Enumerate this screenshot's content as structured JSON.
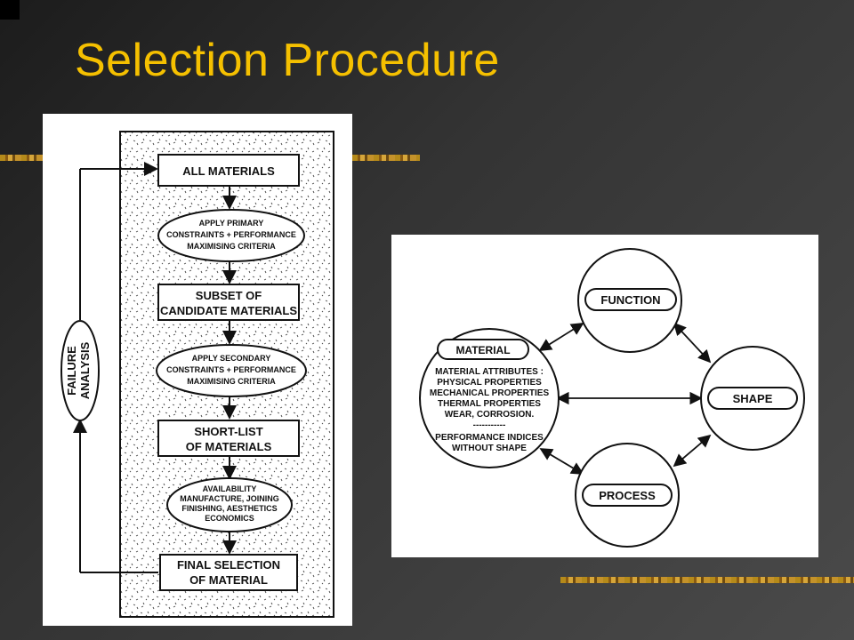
{
  "slide": {
    "title": "Selection Procedure",
    "accent_color": "#f5c000"
  },
  "flowchart": {
    "boxes": [
      {
        "lines": [
          "ALL MATERIALS"
        ]
      },
      {
        "lines": [
          "SUBSET OF",
          "CANDIDATE MATERIALS"
        ]
      },
      {
        "lines": [
          "SHORT-LIST",
          "OF MATERIALS"
        ]
      },
      {
        "lines": [
          "FINAL SELECTION",
          "OF MATERIAL"
        ]
      }
    ],
    "ovals": [
      {
        "lines": [
          "APPLY PRIMARY",
          "CONSTRAINTS + PERFORMANCE",
          "MAXIMISING CRITERIA"
        ]
      },
      {
        "lines": [
          "APPLY SECONDARY",
          "CONSTRAINTS + PERFORMANCE",
          "MAXIMISING CRITERIA"
        ]
      },
      {
        "lines": [
          "AVAILABILITY",
          "MANUFACTURE, JOINING",
          "FINISHING, AESTHETICS",
          "ECONOMICS"
        ]
      }
    ],
    "feedback": {
      "lines": [
        "FAILURE",
        "ANALYSIS"
      ]
    }
  },
  "triad": {
    "function_label": "FUNCTION",
    "shape_label": "SHAPE",
    "process_label": "PROCESS",
    "material_label": "MATERIAL",
    "material_text": [
      "MATERIAL ATTRIBUTES :",
      "PHYSICAL PROPERTIES",
      "MECHANICAL PROPERTIES",
      "THERMAL PROPERTIES",
      "WEAR, CORROSION.",
      "-----------",
      "PERFORMANCE INDICES",
      "WITHOUT SHAPE"
    ]
  }
}
